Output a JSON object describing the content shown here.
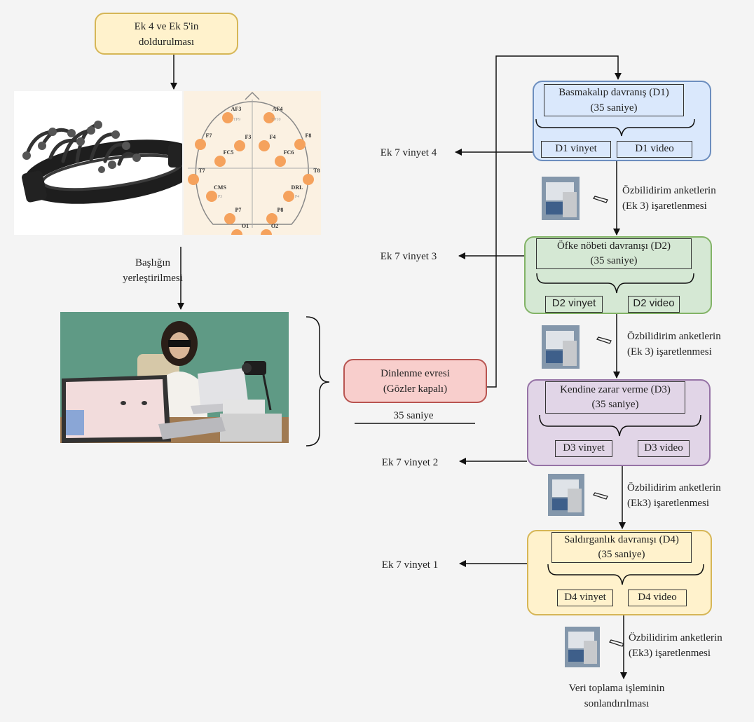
{
  "start": {
    "line1": "Ek 4 ve Ek 5'in",
    "line2": "doldurulması"
  },
  "headset_label": {
    "line1": "Başlığın",
    "line2": "yerleştirilmesi"
  },
  "electrodes": [
    "AF3",
    "AF4",
    "F7",
    "F8",
    "F3",
    "F4",
    "FC5",
    "FC6",
    "T7",
    "T8",
    "CMS",
    "DRL",
    "P7",
    "P8",
    "O1",
    "O2"
  ],
  "electrode_sub": [
    "TP9",
    "TP10",
    "P3",
    "P4"
  ],
  "rest": {
    "line1": "Dinlenme evresi",
    "line2": "(Gözler kapalı)",
    "duration": "35 saniye"
  },
  "stages": [
    {
      "id": "D1",
      "title": "Basmakalıp davranış (D1)",
      "duration": "(35 saniye)",
      "vignette": "D1 vinyet",
      "video": "D1 video",
      "side": "Ek 7 vinyet 4",
      "fill": "#dae8fc",
      "stroke": "#6c8ebf"
    },
    {
      "id": "D2",
      "title": "Öfke nöbeti davranışı (D2)",
      "duration": "(35 saniye)",
      "vignette": "D2 vinyet",
      "video": "D2 video",
      "side": "Ek 7 vinyet 3",
      "fill": "#d5e8d4",
      "stroke": "#82b366"
    },
    {
      "id": "D3",
      "title": "Kendine zarar verme (D3)",
      "duration": "(35 saniye)",
      "vignette": "D3 vinyet",
      "video": "D3 video",
      "side": "Ek 7 vinyet 2",
      "fill": "#e1d5e7",
      "stroke": "#9673a6"
    },
    {
      "id": "D4",
      "title": "Saldırganlık davranışı (D4)",
      "duration": "(35 saniye)",
      "vignette": "D4 vinyet",
      "video": "D4 video",
      "side": "Ek 7 vinyet 1",
      "fill": "#fff2cc",
      "stroke": "#d6b656"
    }
  ],
  "surveys": [
    {
      "line1": "Özbilidirim anketlerin",
      "line2": "(Ek 3) işaretlenmesi"
    },
    {
      "line1": "Özbilidirim anketlerin",
      "line2": "(Ek 3) işaretlenmesi"
    },
    {
      "line1": "Özbilidirim anketlerin",
      "line2": "(Ek3) işaretlenmesi"
    },
    {
      "line1": "Özbilidirim anketlerin",
      "line2": "(Ek3) işaretlenmesi"
    }
  ],
  "end": {
    "line1": "Veri toplama işleminin",
    "line2": "sonlandırılması"
  },
  "colors": {
    "start_fill": "#fff2cc",
    "start_stroke": "#d6b656",
    "rest_fill": "#f8cecc",
    "rest_stroke": "#b85450",
    "electrode": "#f5a25d"
  }
}
